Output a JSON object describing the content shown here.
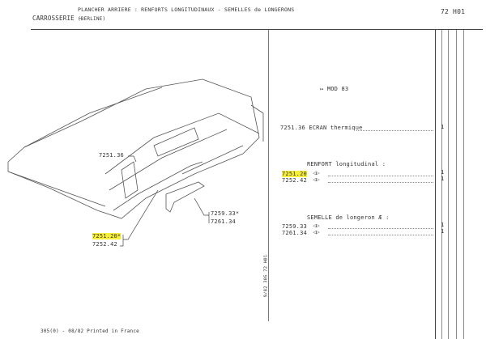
{
  "header": {
    "section": "CARROSSERIE -",
    "title": "PLANCHER ARRIERE : RENFORTS LONGITUDINAUX - SEMELLES de LONGERONS",
    "subtitle": "(BERLINE)",
    "page_code": "72 H01"
  },
  "diagram": {
    "labels": [
      {
        "ref": "7251.36"
      },
      {
        "ref": "7259.33*"
      },
      {
        "ref": "7261.34"
      },
      {
        "ref": "7251.20*",
        "highlighted": true
      },
      {
        "ref": "7252.42"
      }
    ]
  },
  "parts_list": {
    "mod": "MOD 83",
    "items": [
      {
        "ref": "7251.36",
        "desc": "ECRAN thermique",
        "qty": "1"
      },
      {
        "group": "RENFORT longitudinal :"
      },
      {
        "ref": "7251.20",
        "qty": "1",
        "highlighted": true
      },
      {
        "ref": "7252.42",
        "qty": "1"
      },
      {
        "group": "SEMELLE de longeron Æ :"
      },
      {
        "ref": "7259.33",
        "qty": "1"
      },
      {
        "ref": "7261.34",
        "qty": "1"
      }
    ]
  },
  "side_code": "9/82 305 72 H01",
  "footer": "305(0) - 08/82 Printed in France",
  "colors": {
    "highlight": "#f7ef3a",
    "ink": "#333333"
  }
}
